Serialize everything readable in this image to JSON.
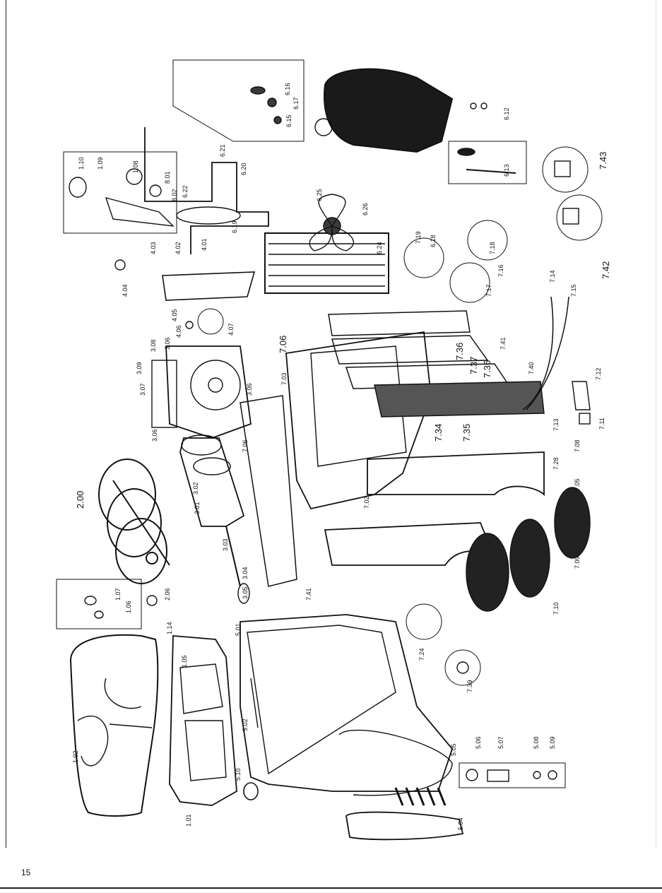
{
  "page": {
    "number": "15"
  },
  "labels": {
    "l_1_02": "1.02",
    "l_1_01": "1.01",
    "l_1_14": "1.14",
    "l_1_05": "1.05",
    "l_1_06": "1.06",
    "l_1_07": "1.07",
    "l_1_08": "1.08",
    "l_1_09": "1.09",
    "l_1_10": "1.10",
    "l_2_00": "2.00",
    "l_2_06": "2.06",
    "l_3_01": "3.01",
    "l_3_02": "3.02",
    "l_3_03": "3.03",
    "l_3_04": "3.04",
    "l_3_05": "3.05",
    "l_3_06a": "3.06",
    "l_3_06b": "3.06",
    "l_3_06c": "3.06",
    "l_3_07": "3.07",
    "l_3_08": "3.08",
    "l_3_09": "3.09",
    "l_4_01": "4.01",
    "l_4_02": "4.02",
    "l_4_03": "4.03",
    "l_4_04": "4.04",
    "l_4_05": "4.05",
    "l_4_06": "4.06",
    "l_4_07": "4.07",
    "l_5_01": "5.01",
    "l_5_02": "5.02",
    "l_5_04": "5.04",
    "l_5_05": "5.05",
    "l_5_06": "5.06",
    "l_5_07": "5.07",
    "l_5_08": "5.08",
    "l_5_09": "5.09",
    "l_5_10": "5.10",
    "l_6_11": "6.11",
    "l_6_12": "6.12",
    "l_6_13": "6.13",
    "l_6_15": "6.15",
    "l_6_16": "6.16",
    "l_6_17": "6.17",
    "l_6_18": "6.18",
    "l_6_19": "6.19",
    "l_6_20": "6.20",
    "l_6_21": "6.21",
    "l_6_22": "6.22",
    "l_6_24": "6.24",
    "l_6_25": "6.25",
    "l_6_26": "6.26",
    "l_7_02": "7.02",
    "l_7_03": "7.03",
    "l_7_05": "7.05",
    "l_7_06a": "7.06",
    "l_7_06b": "7.06",
    "l_7_08": "7.08",
    "l_7_09": "7.09",
    "l_7_10": "7.10",
    "l_7_11": "7.11",
    "l_7_12": "7.12",
    "l_7_13": "7.13",
    "l_7_14": "7.14",
    "l_7_15": "7.15",
    "l_7_16": "7.16",
    "l_7_17": "7.17",
    "l_7_18": "7.18",
    "l_7_19": "7.19",
    "l_7_24": "7.24",
    "l_7_28": "7.28",
    "l_7_34": "7.34",
    "l_7_35": "7.35",
    "l_7_36a": "7.36",
    "l_7_36b": "7.36",
    "l_7_37": "7.37",
    "l_7_39": "7.39",
    "l_7_40": "7.40",
    "l_7_41a": "7.41",
    "l_7_41b": "7.41",
    "l_7_42": "7.42",
    "l_7_43": "7.43",
    "l_8_01": "8.01",
    "l_8_02": "8.02"
  },
  "colors": {
    "ink": "#111111",
    "paper": "#ffffff",
    "shade": "#3a3a3a"
  }
}
